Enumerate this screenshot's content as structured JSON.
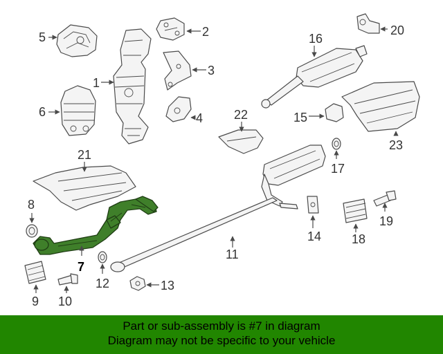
{
  "callouts": [
    "1",
    "2",
    "3",
    "4",
    "5",
    "6",
    "7",
    "8",
    "9",
    "10",
    "11",
    "12",
    "13",
    "14",
    "15",
    "16",
    "17",
    "18",
    "19",
    "20",
    "21",
    "22",
    "23"
  ],
  "highlighted_part": "7",
  "colors": {
    "highlight": "#3f7f2a",
    "banner": "#218600",
    "line_art": "#4a4a4a"
  },
  "footer": {
    "line1": "Part or sub-assembly is #7 in diagram",
    "line2": "Diagram may not be specific to your vehicle"
  }
}
